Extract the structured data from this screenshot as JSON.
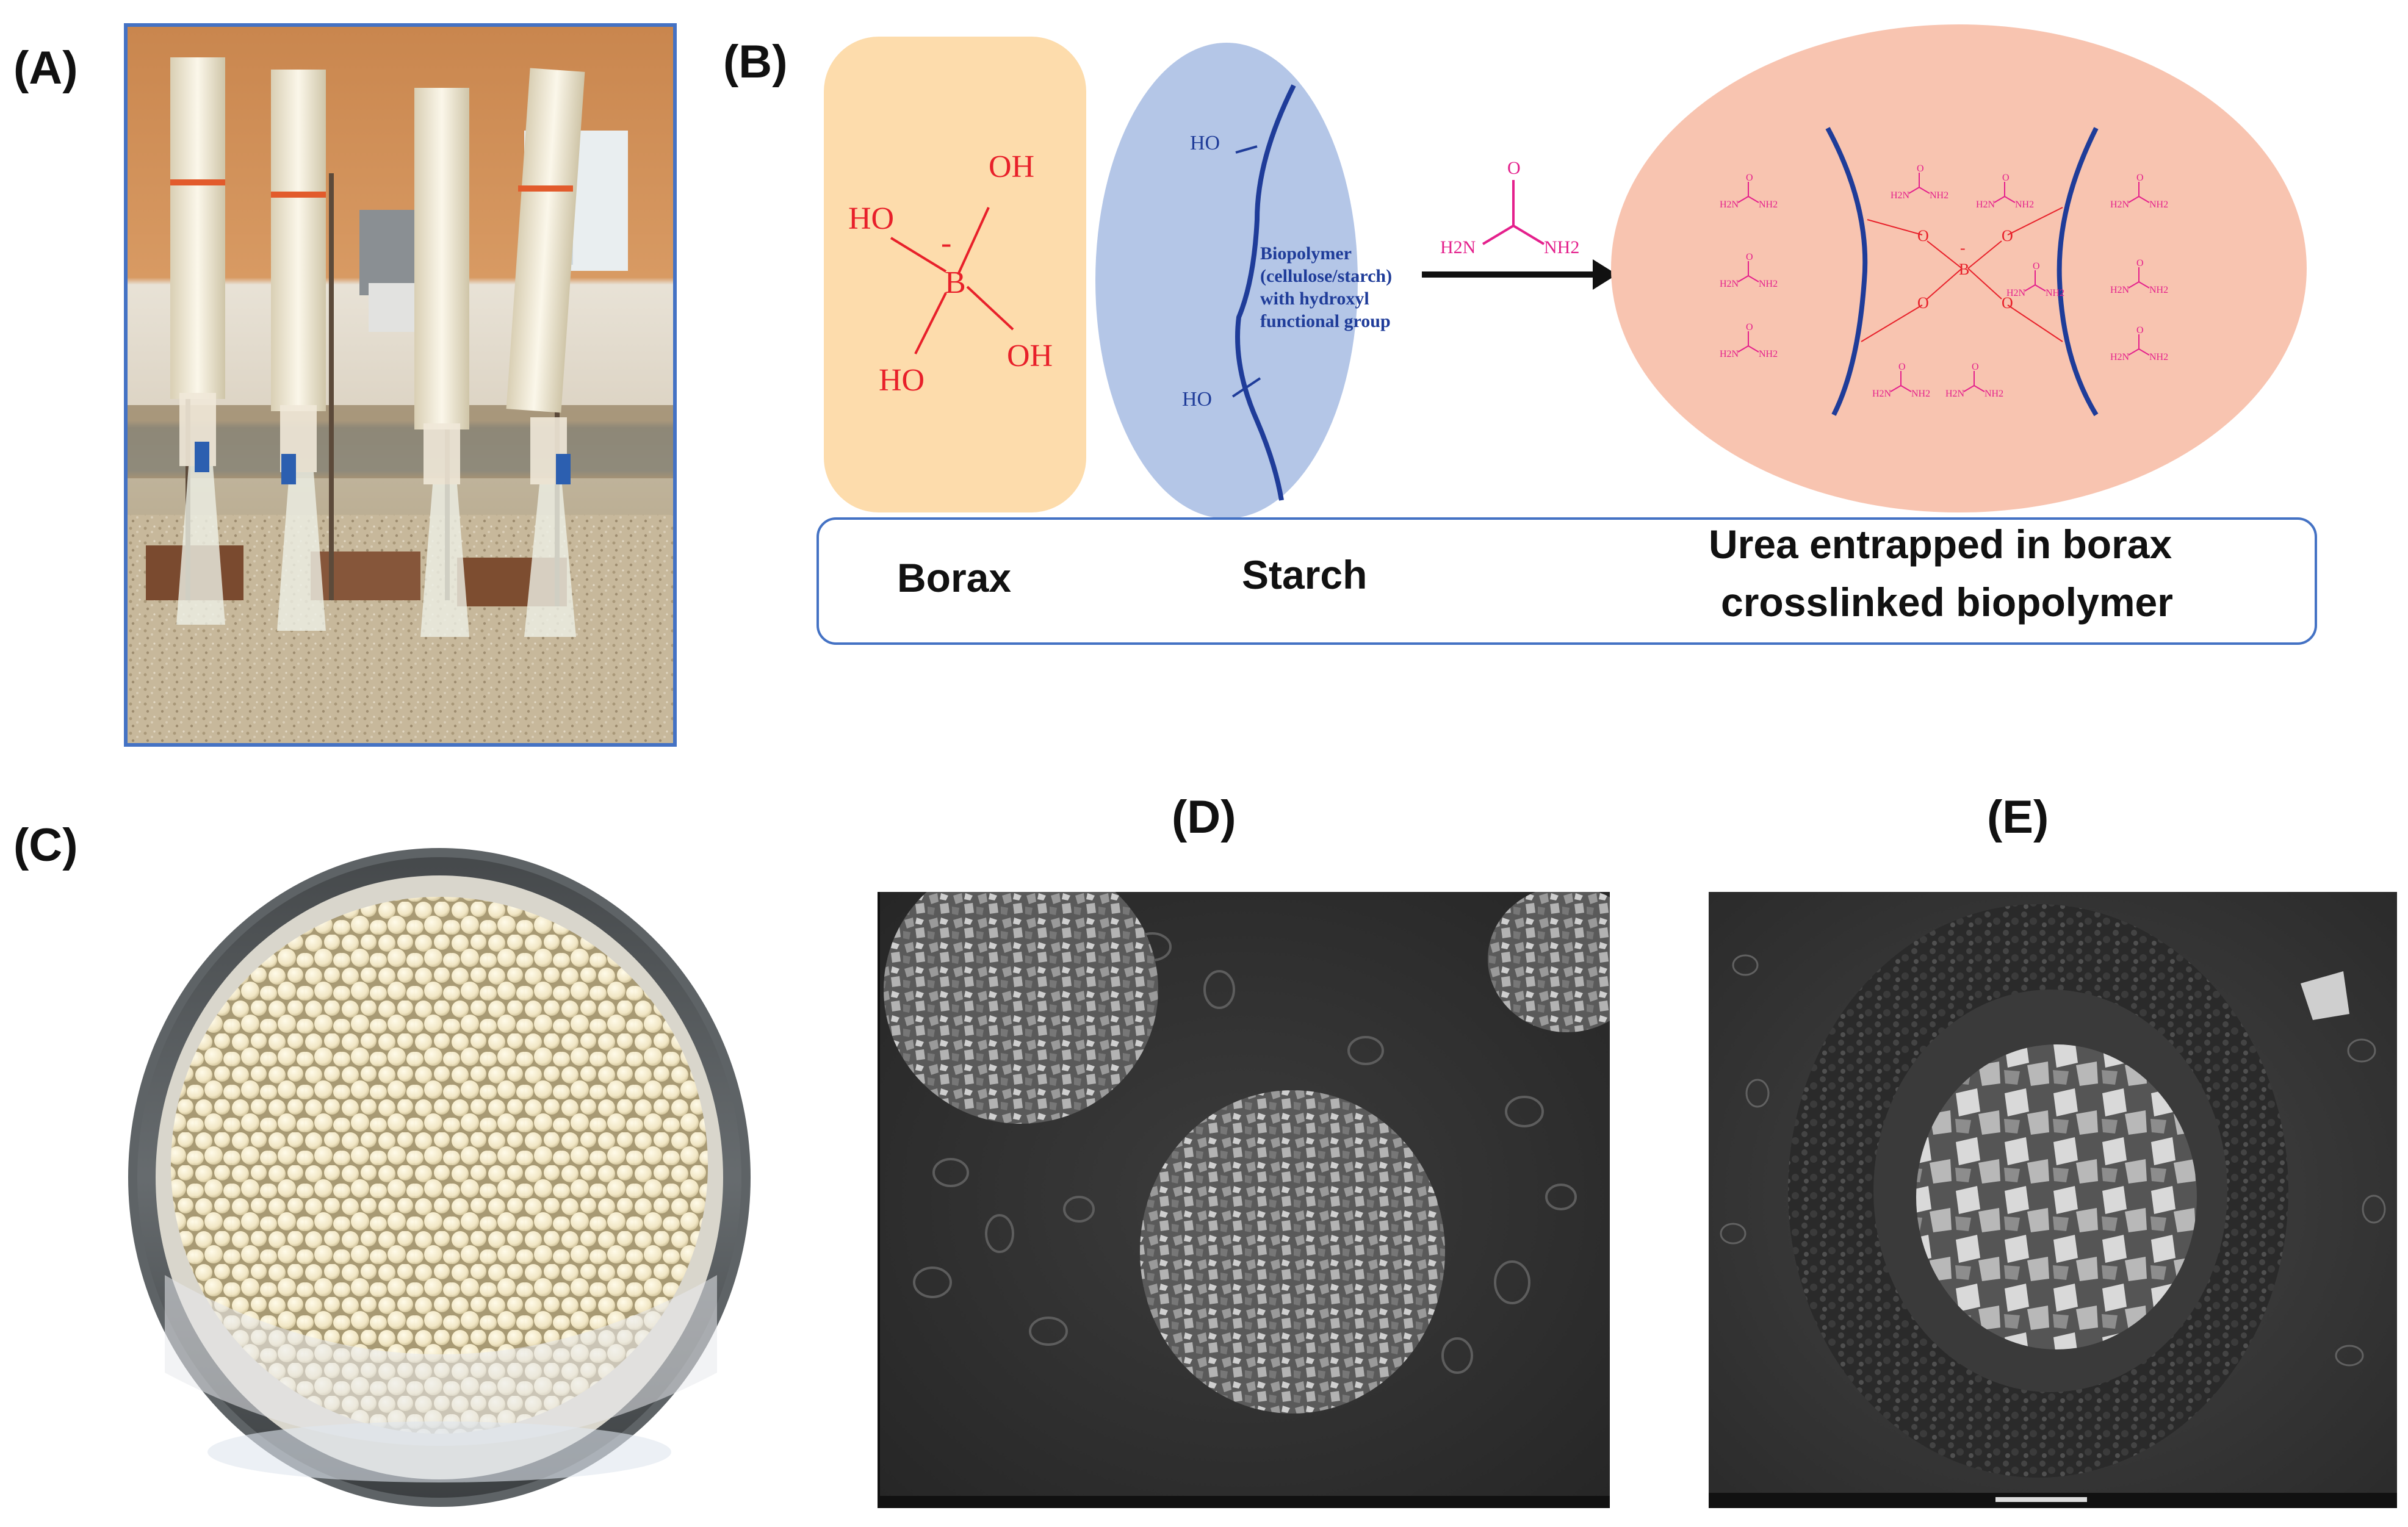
{
  "panels": {
    "a": {
      "label": "(A)"
    },
    "b": {
      "label": "(B)"
    },
    "c": {
      "label": "(C)"
    },
    "d": {
      "label": "(D)"
    },
    "e": {
      "label": "(E)"
    }
  },
  "scheme": {
    "boric_acid": {
      "oh1": "OH",
      "ho": "HO",
      "b": "B",
      "minus": "-",
      "oh2": "OH",
      "ho2": "HO"
    },
    "plus": "+",
    "biopolymer": {
      "ho_top": "HO",
      "ho_bottom": "HO",
      "lines": [
        "Biopolymer",
        "(cellulose/starch)",
        "with hydroxyl",
        "functional group"
      ]
    },
    "urea": {
      "o": "O",
      "h2n": "H2N",
      "nh2": "NH2"
    },
    "product": {
      "b": "B",
      "minus": "-",
      "o": "O",
      "h2n": "H2N",
      "nh2": "NH2"
    },
    "captions": {
      "borax": "Borax",
      "starch": "Starch",
      "product_line1": "Urea entrapped in borax",
      "product_line2": "crosslinked biopolymer"
    }
  },
  "colors": {
    "frame_blue": "#4472c4",
    "borax_box": "#fddcac",
    "starch_ellipse": "#b4c6e7",
    "product_ellipse": "#f8c4b0",
    "chain_blue": "#1f3c99",
    "borax_red": "#e8202a",
    "urea_magenta": "#e4208c"
  },
  "icons": {
    "a": "lab-glass-columns-photo",
    "c": "petri-dish-granules-photo",
    "d": "sem-granule-micrograph",
    "e": "sem-cross-section-micrograph"
  }
}
